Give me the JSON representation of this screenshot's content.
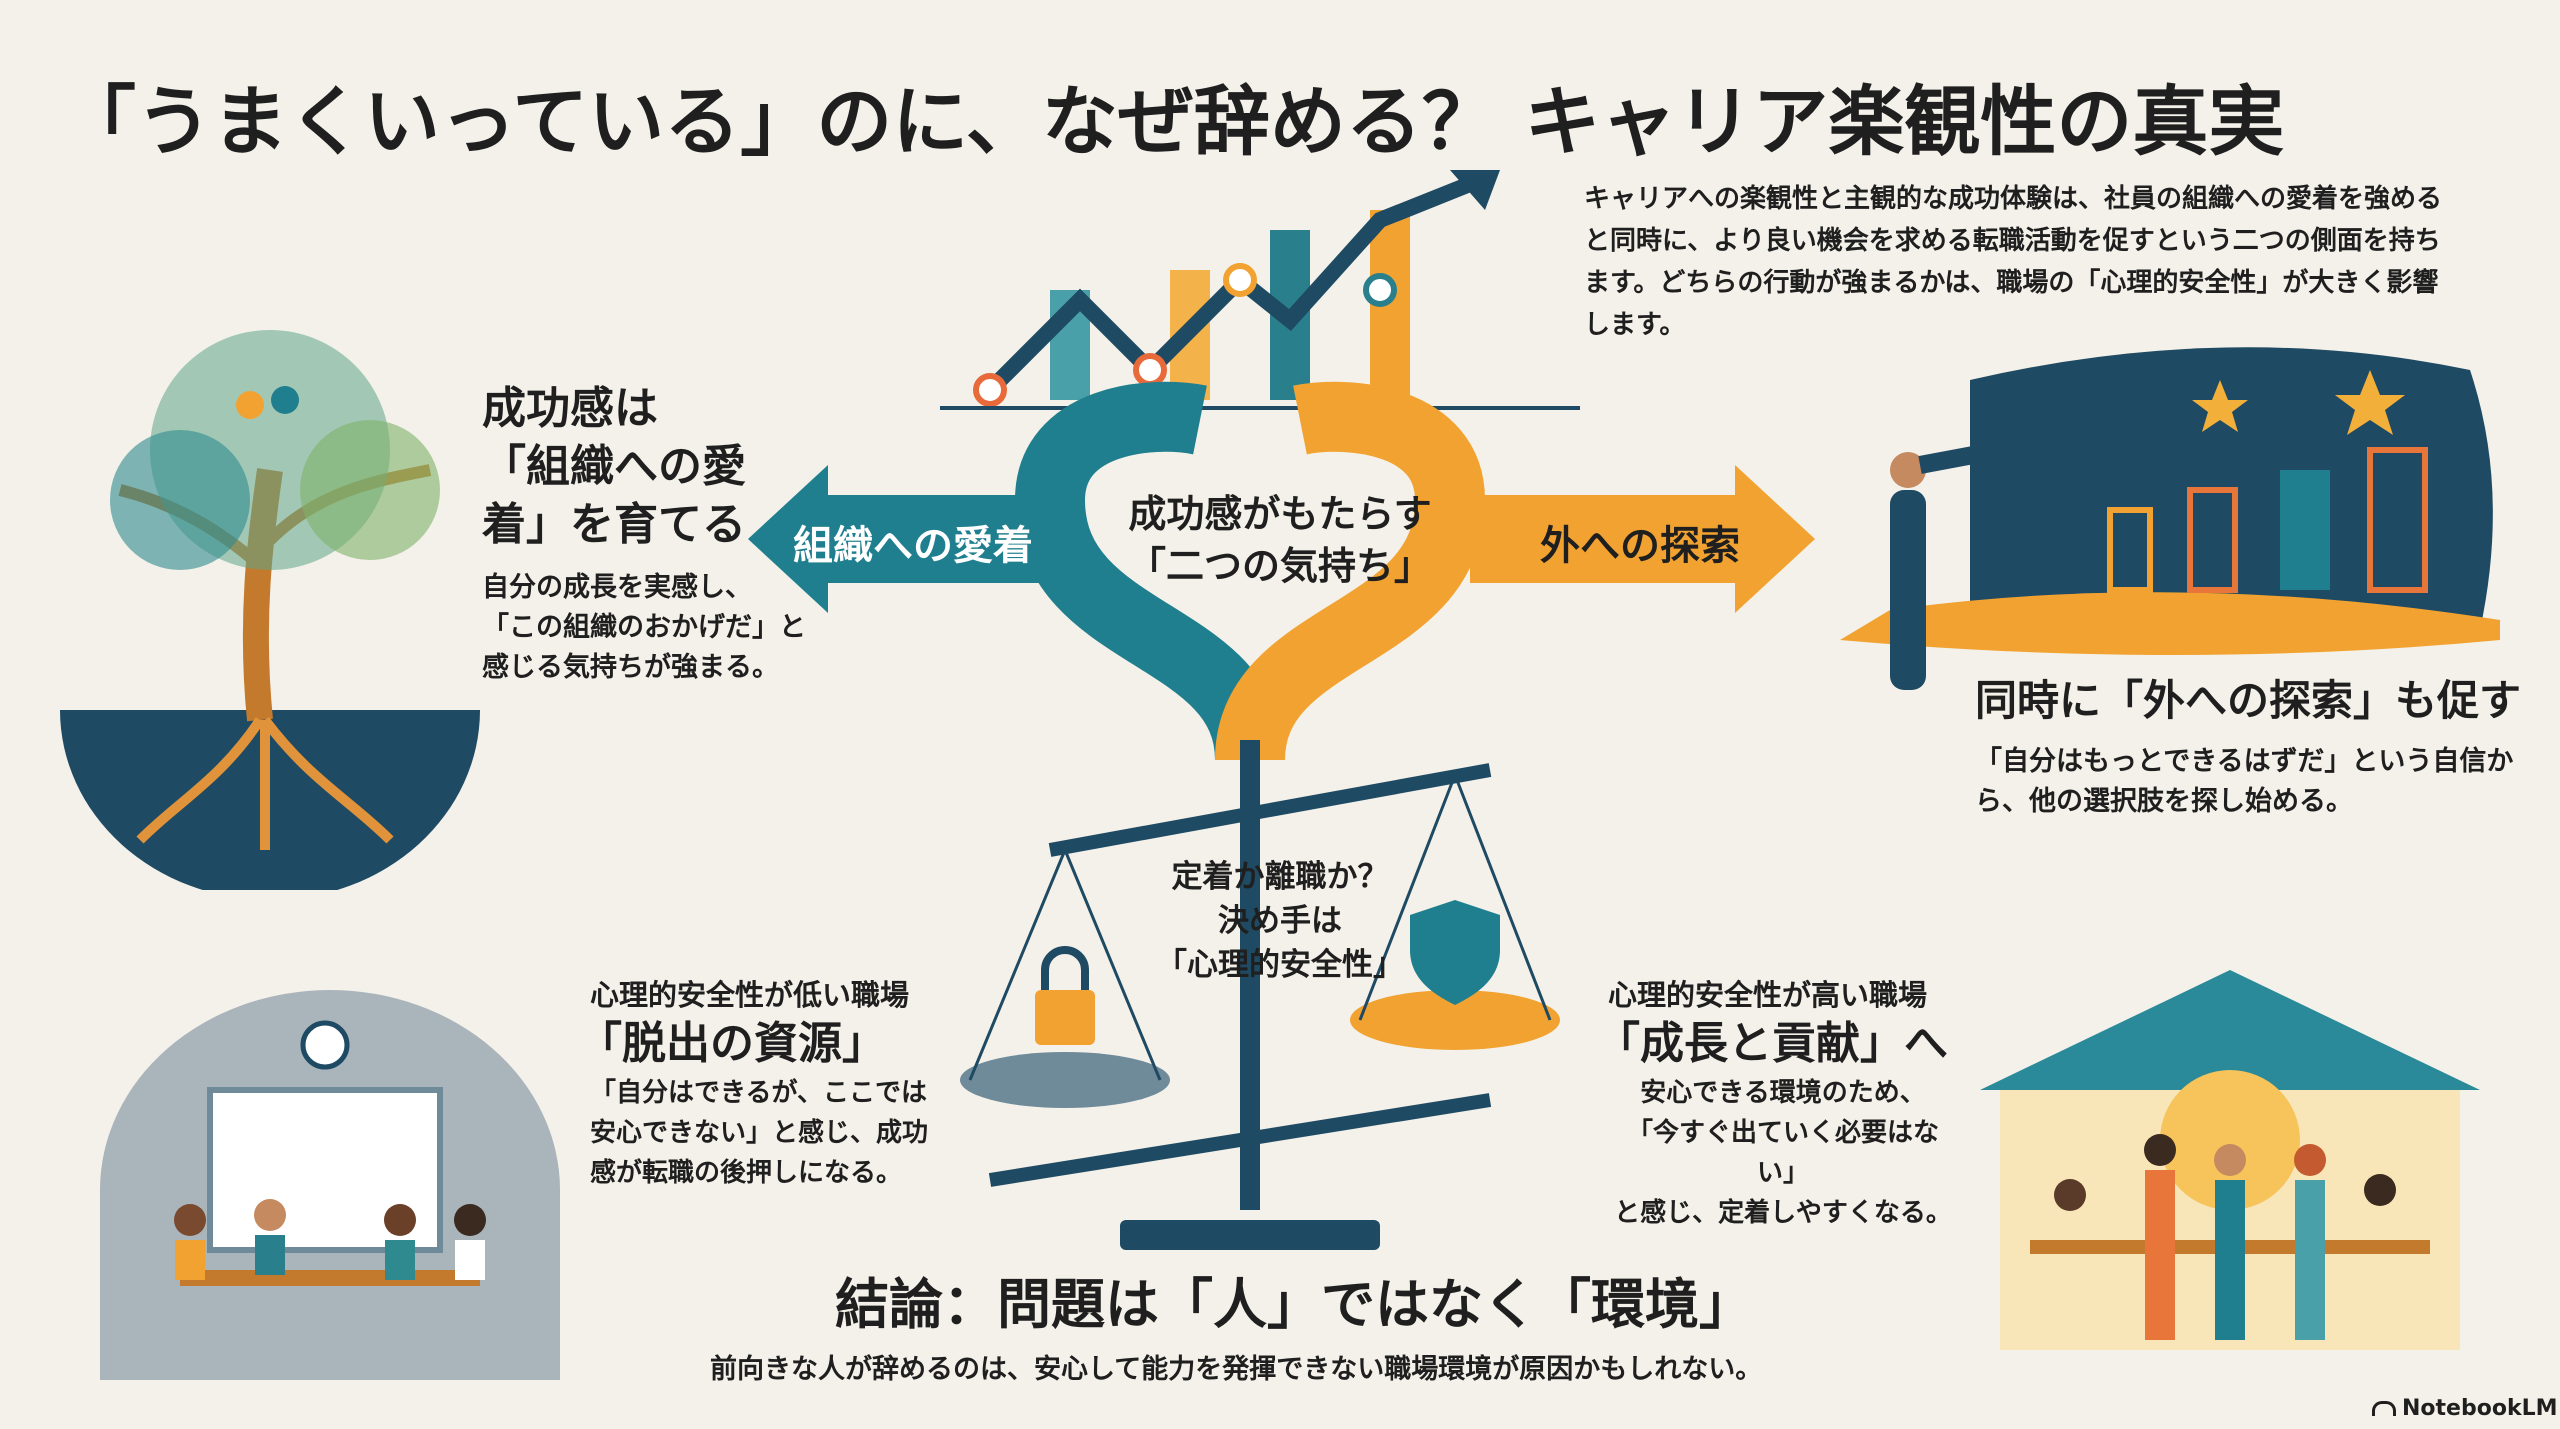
{
  "title": "「うまくいっている」のに、なぜ辞める？ キャリア楽観性の真実",
  "intro": "キャリアへの楽観性と主観的な成功体験は、社員の組織への愛着を強めると同時に、より良い機会を求める転職活動を促すという二つの側面を持ちます。どちらの行動が強まるかは、職場の「心理的安全性」が大きく影響します。",
  "left": {
    "heading": [
      "成功感は",
      "「組織への愛",
      "着」を育てる"
    ],
    "desc": [
      "自分の成長を実感し、",
      "「この組織のおかげだ」と",
      "感じる気持ちが強まる。"
    ]
  },
  "center": {
    "arrow_left": "組織への愛着",
    "arrow_right": "外への探索",
    "label": [
      "成功感がもたらす",
      "「二つの気持ち」"
    ]
  },
  "right": {
    "heading": "同時に「外への探索」も促す",
    "desc": [
      "「自分はもっとできるはずだ」という自信か",
      "ら、他の選択肢を探し始める。"
    ]
  },
  "balance": {
    "label": [
      "定着か離職か？",
      "決め手は",
      "「心理的安全性」"
    ]
  },
  "low": {
    "sub": "心理的安全性が低い職場",
    "heading": "「脱出の資源」",
    "desc": [
      "「自分はできるが、ここでは",
      "安心できない」と感じ、成功",
      "感が転職の後押しになる。"
    ]
  },
  "high": {
    "sub": "心理的安全性が高い職場",
    "heading": "「成長と貢献」へ",
    "desc": [
      "安心できる環境のため、",
      "「今すぐ出ていく必要はない」",
      "と感じ、定着しやすくなる。"
    ]
  },
  "conclusion": {
    "heading": "結論：問題は「人」ではなく「環境」",
    "desc": "前向きな人が辞めるのは、安心して能力を発揮できない職場環境が原因かもしれない。"
  },
  "brand": "NotebookLM",
  "colors": {
    "teal": "#1f7f8f",
    "orange": "#f2a230",
    "navy": "#1f4a63",
    "bg": "#f3f1e9"
  }
}
